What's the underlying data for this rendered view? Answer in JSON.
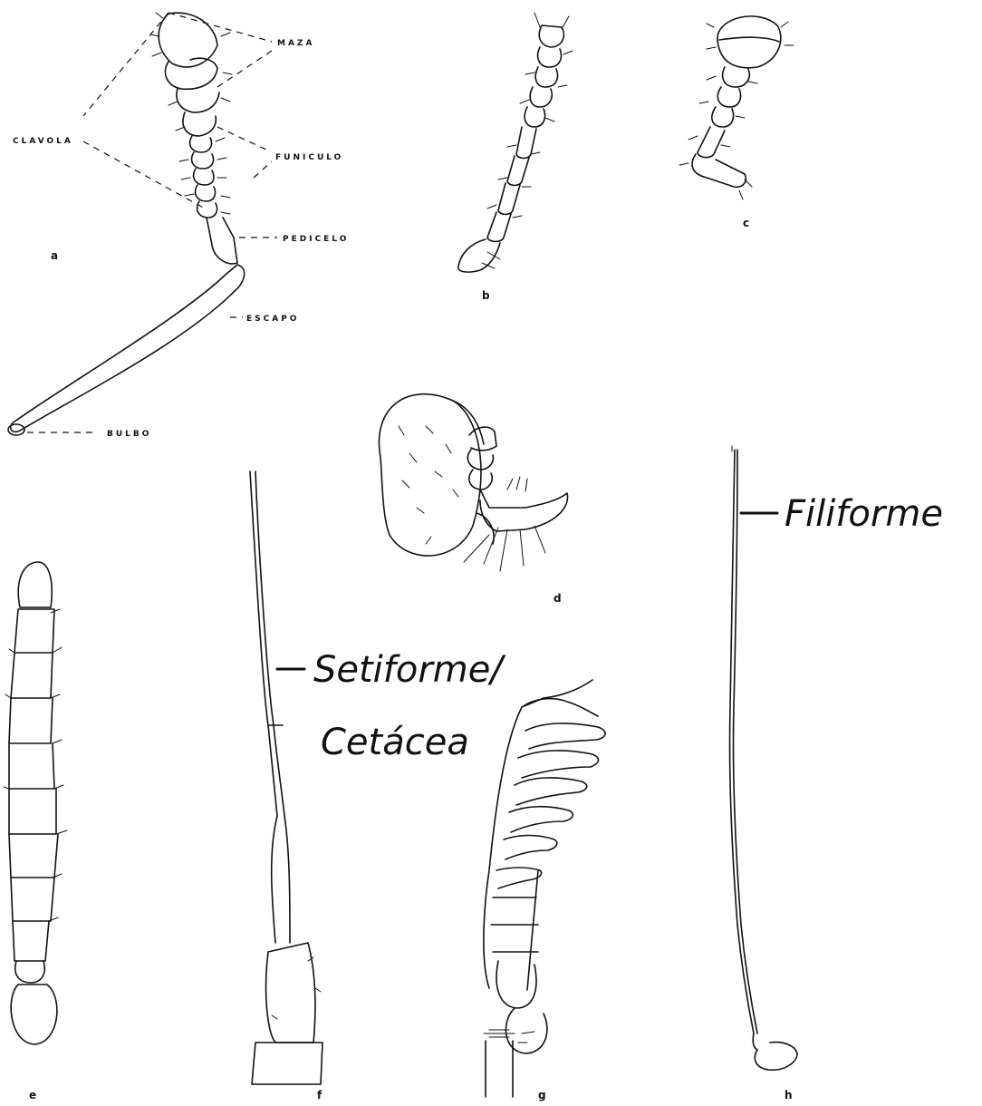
{
  "callouts": {
    "maza": "MAZA",
    "clavola": "CLAVOLA",
    "funiculo": "FUNICULO",
    "pedicelo": "PEDICELO",
    "escapo": "ESCAPO",
    "bulbo": "BULBO"
  },
  "panels": {
    "a": "a",
    "b": "b",
    "c": "c",
    "d": "d",
    "e": "e",
    "f": "f",
    "g": "g",
    "h": "h"
  },
  "handwritten": {
    "filiforme": "Filiforme",
    "setiforme": "Setiforme/",
    "cetacea": "Cetácea"
  }
}
